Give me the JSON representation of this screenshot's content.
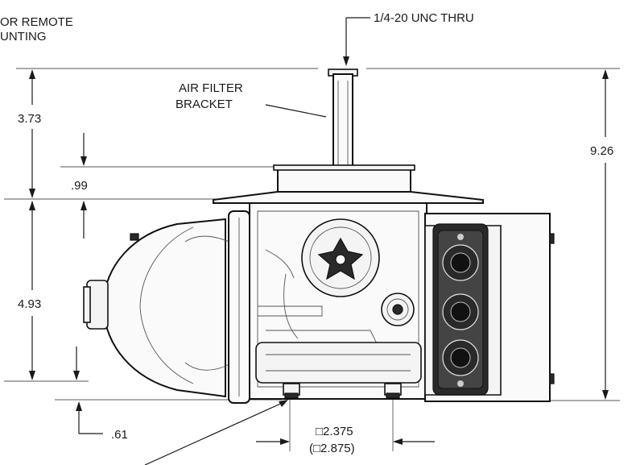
{
  "labels": {
    "remote_mount_line1": "OR REMOTE",
    "remote_mount_line2": "UNTING",
    "thread_callout": "1/4-20 UNC THRU",
    "air_filter_line1": "AIR FILTER",
    "air_filter_line2": "BRACKET"
  },
  "dimensions": {
    "upper_height": "3.73",
    "lower_height": "4.93",
    "total_height": "9.26",
    "flange_offset": ".99",
    "foot_offset": ".61",
    "mount_square": "□2.375",
    "mount_square_alt": "(□2.875)"
  }
}
